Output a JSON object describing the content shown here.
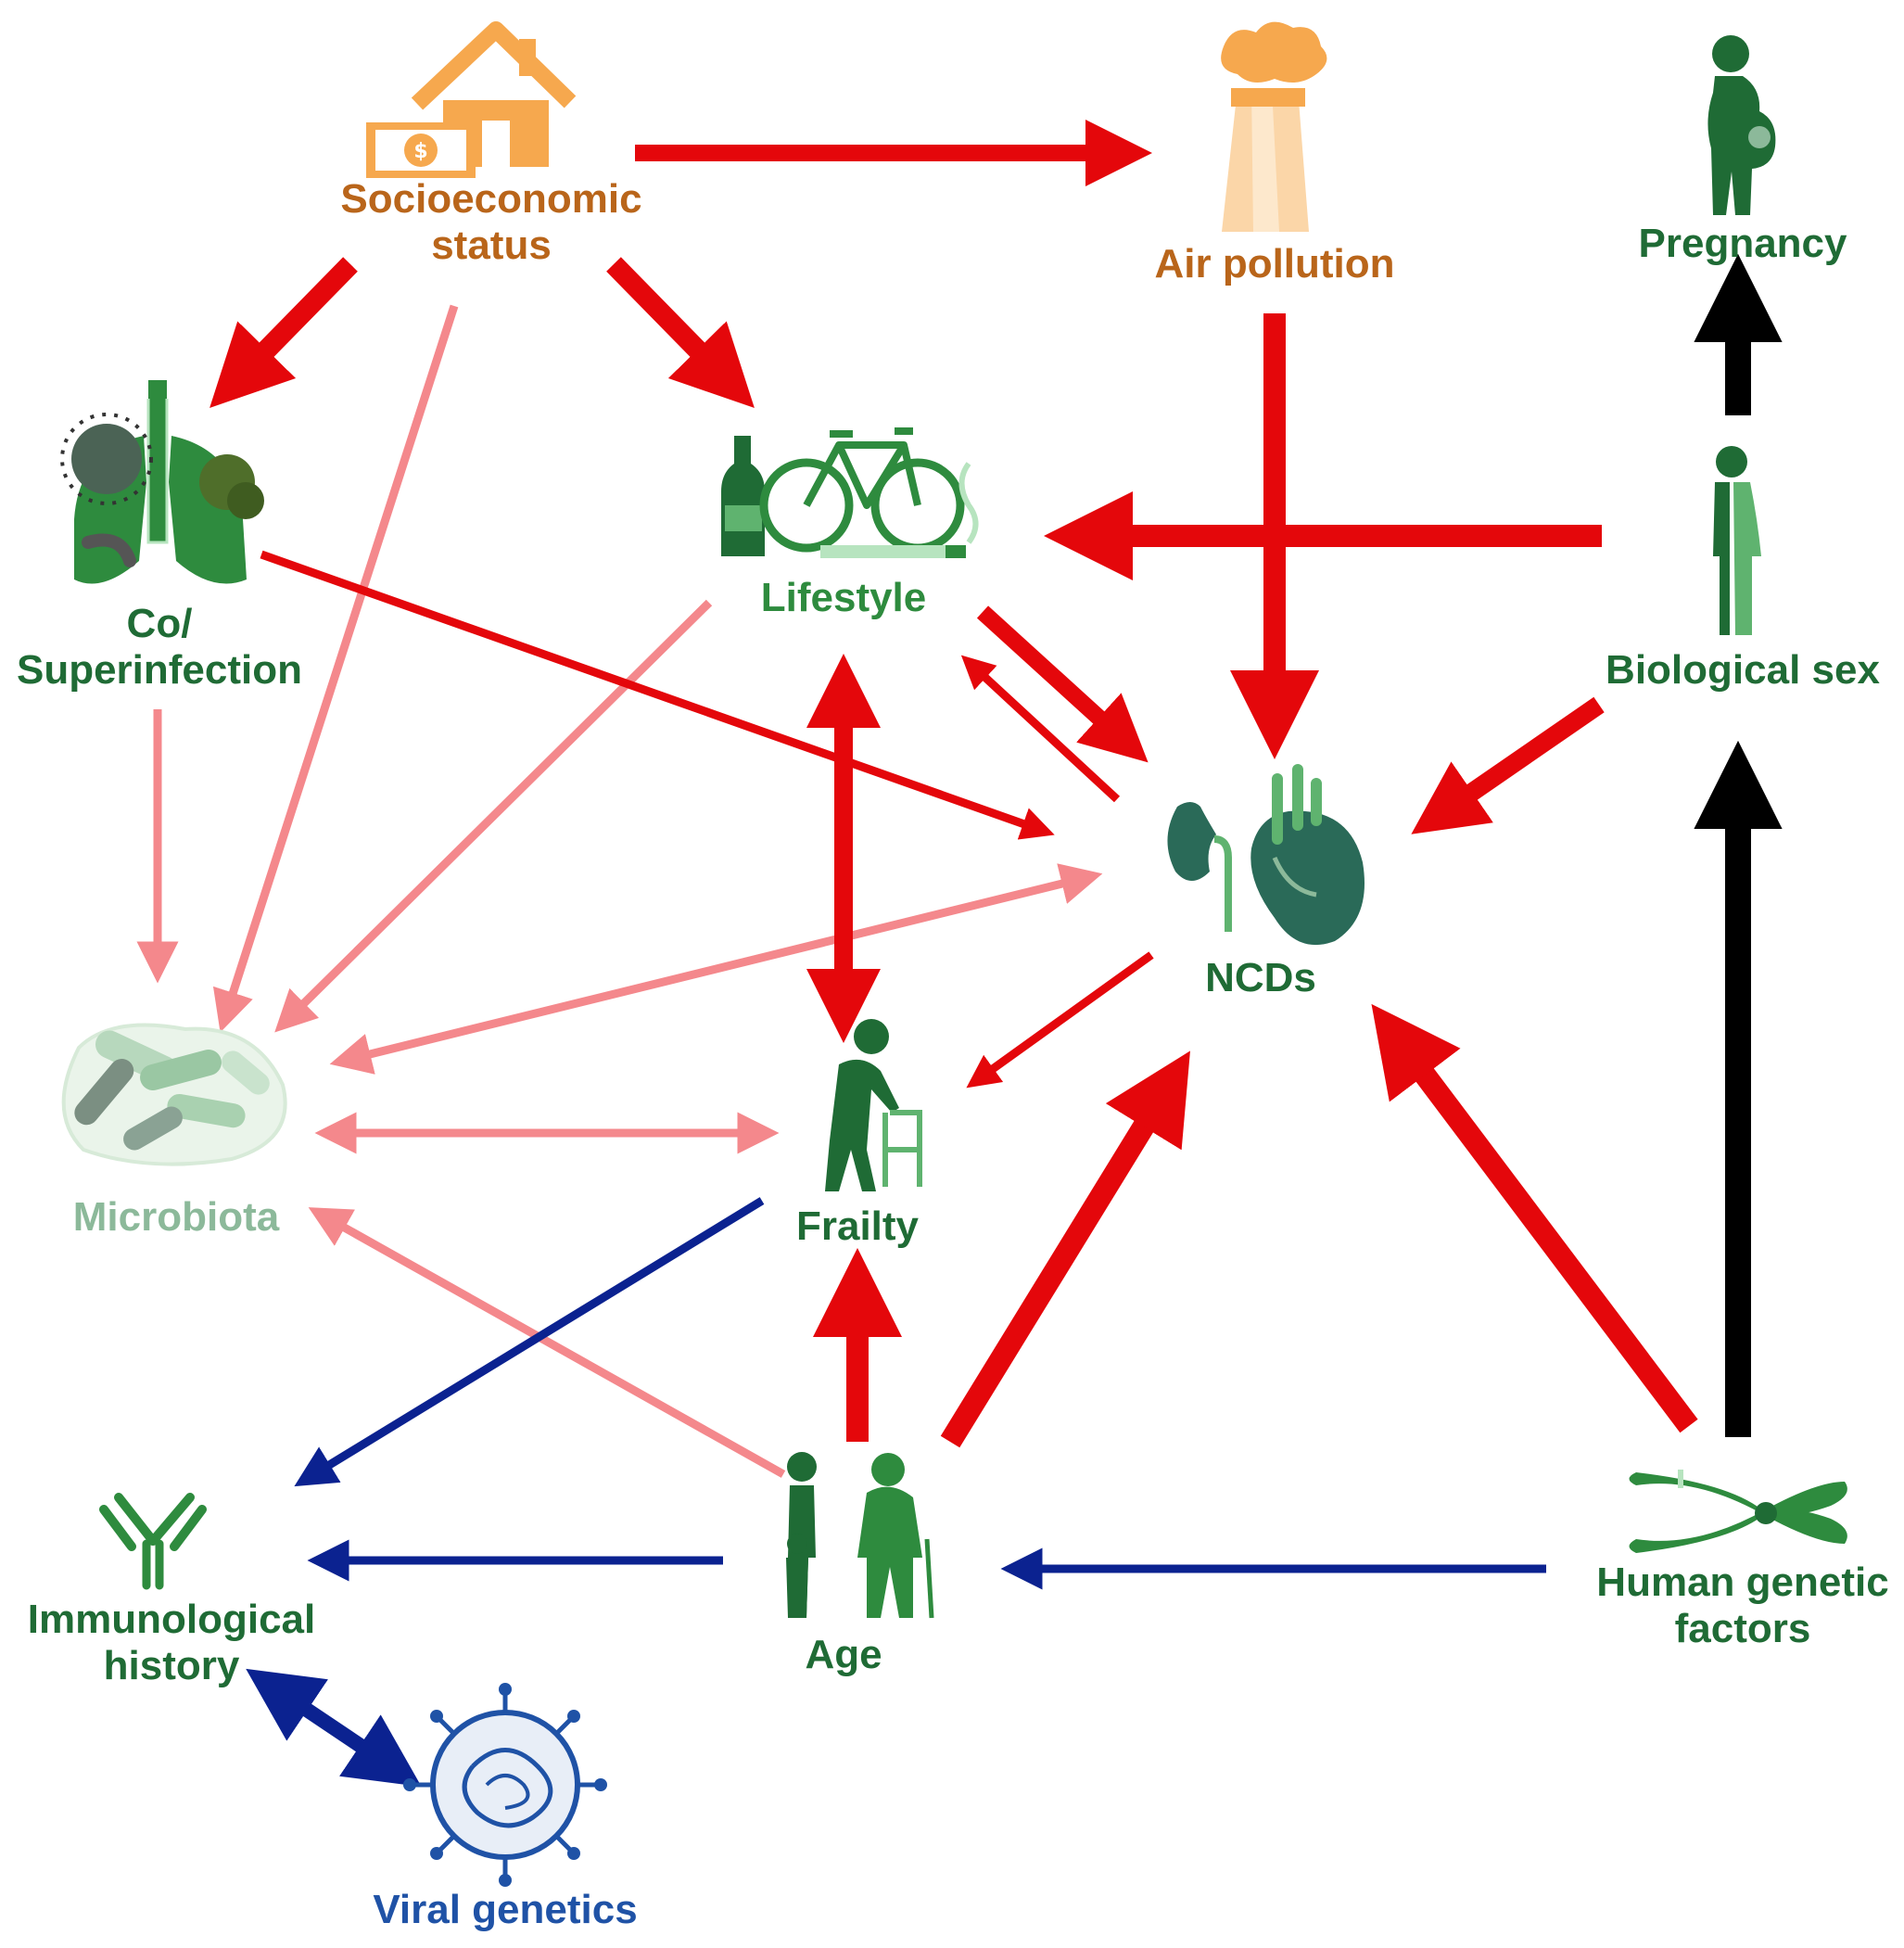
{
  "colors": {
    "orange_label": "#b9651a",
    "orange_icon": "#f6a84e",
    "green_dark": "#1f6b35",
    "green_mid": "#2e8b3e",
    "green_teal": "#2a6a58",
    "green_light": "#8cb99a",
    "blue_label": "#1f52a6",
    "arrow_red": "#e4070b",
    "arrow_pink": "#f4888c",
    "arrow_blue": "#0b2290",
    "arrow_black": "#000000"
  },
  "nodes": {
    "socioeconomic": {
      "line1": "Socioeconomic",
      "line2": "status",
      "icon": "house-money-icon"
    },
    "air_pollution": {
      "label": "Air pollution",
      "icon": "factory-smoke-icon"
    },
    "pregnancy": {
      "label": "Pregnancy",
      "icon": "pregnant-woman-icon"
    },
    "coinfection": {
      "line1": "Co/",
      "line2": "Superinfection",
      "icon": "lungs-virus-icon"
    },
    "lifestyle": {
      "label": "Lifestyle",
      "icon": "bicycle-bottle-cigarette-icon"
    },
    "biological_sex": {
      "label": "Biological sex",
      "icon": "man-woman-icon"
    },
    "ncds": {
      "label": "NCDs",
      "icon": "kidney-heart-icon"
    },
    "microbiota": {
      "label": "Microbiota",
      "icon": "bacteria-icon"
    },
    "frailty": {
      "label": "Frailty",
      "icon": "person-walker-icon"
    },
    "immunological": {
      "line1": "Immunological",
      "line2": "history",
      "icon": "antibody-icon"
    },
    "age": {
      "label": "Age",
      "icon": "family-generations-icon"
    },
    "genetic": {
      "line1": "Human genetic",
      "line2": "factors",
      "icon": "chromosome-icon"
    },
    "viral": {
      "label": "Viral genetics",
      "icon": "virus-icon"
    }
  },
  "edges": [
    {
      "from": "Socioeconomic status",
      "to": "Air pollution",
      "color": "red",
      "direction": "forward"
    },
    {
      "from": "Socioeconomic status",
      "to": "Co/Superinfection",
      "color": "red",
      "direction": "forward"
    },
    {
      "from": "Socioeconomic status",
      "to": "Lifestyle",
      "color": "red",
      "direction": "forward"
    },
    {
      "from": "Socioeconomic status",
      "to": "Microbiota",
      "color": "pink",
      "direction": "forward"
    },
    {
      "from": "Air pollution",
      "to": "NCDs",
      "color": "red",
      "direction": "forward"
    },
    {
      "from": "Biological sex",
      "to": "Lifestyle",
      "color": "red",
      "direction": "forward"
    },
    {
      "from": "Biological sex",
      "to": "NCDs",
      "color": "red",
      "direction": "forward"
    },
    {
      "from": "Biological sex",
      "to": "Pregnancy",
      "color": "black",
      "direction": "forward"
    },
    {
      "from": "Human genetic factors",
      "to": "Biological sex",
      "color": "black",
      "direction": "forward"
    },
    {
      "from": "Human genetic factors",
      "to": "NCDs",
      "color": "red",
      "direction": "forward"
    },
    {
      "from": "Human genetic factors",
      "to": "Age",
      "color": "blue",
      "direction": "forward"
    },
    {
      "from": "Co/Superinfection",
      "to": "NCDs",
      "color": "red",
      "direction": "forward"
    },
    {
      "from": "Co/Superinfection",
      "to": "Microbiota",
      "color": "pink",
      "direction": "forward"
    },
    {
      "from": "Lifestyle",
      "to": "NCDs",
      "color": "red",
      "direction": "forward"
    },
    {
      "from": "NCDs",
      "to": "Lifestyle",
      "color": "red",
      "direction": "forward"
    },
    {
      "from": "Lifestyle",
      "to": "Frailty",
      "color": "red",
      "direction": "both"
    },
    {
      "from": "Lifestyle",
      "to": "Microbiota",
      "color": "pink",
      "direction": "forward"
    },
    {
      "from": "Microbiota",
      "to": "NCDs",
      "color": "pink",
      "direction": "both"
    },
    {
      "from": "Microbiota",
      "to": "Frailty",
      "color": "pink",
      "direction": "both"
    },
    {
      "from": "NCDs",
      "to": "Frailty",
      "color": "red",
      "direction": "forward"
    },
    {
      "from": "Age",
      "to": "Frailty",
      "color": "red",
      "direction": "forward"
    },
    {
      "from": "Age",
      "to": "NCDs",
      "color": "red",
      "direction": "forward"
    },
    {
      "from": "Age",
      "to": "Microbiota",
      "color": "pink",
      "direction": "forward"
    },
    {
      "from": "Age",
      "to": "Immunological history",
      "color": "blue",
      "direction": "forward"
    },
    {
      "from": "Frailty",
      "to": "Immunological history",
      "color": "blue",
      "direction": "forward"
    },
    {
      "from": "Immunological history",
      "to": "Viral genetics",
      "color": "blue",
      "direction": "both"
    }
  ]
}
